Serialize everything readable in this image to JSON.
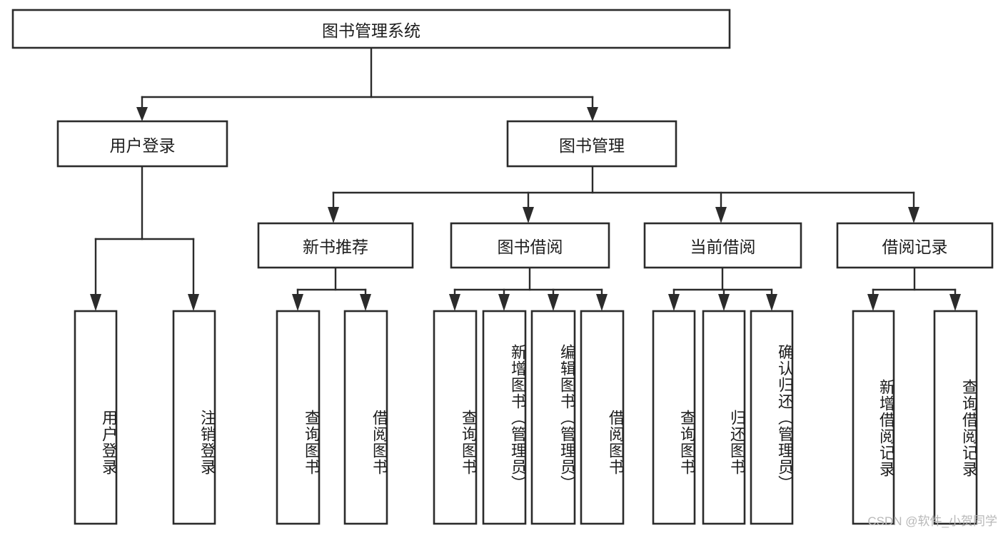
{
  "diagram": {
    "title": "图书管理系统",
    "type": "tree",
    "watermark": "CSDN @软件_小贺同学",
    "colors": {
      "box_stroke": "#2b2b2b",
      "box_fill": "#ffffff",
      "text": "#1d1d1d",
      "connector": "#2b2b2b",
      "watermark": "#b8b8b8",
      "background": "#ffffff"
    },
    "nodes": {
      "root": {
        "label": "图书管理系统"
      },
      "level2": [
        {
          "id": "user-login",
          "label": "用户登录"
        },
        {
          "id": "book-management",
          "label": "图书管理"
        }
      ],
      "level3": [
        {
          "id": "new-book-recommend",
          "label": "新书推荐"
        },
        {
          "id": "book-borrow",
          "label": "图书借阅"
        },
        {
          "id": "current-borrow",
          "label": "当前借阅"
        },
        {
          "id": "borrow-record",
          "label": "借阅记录"
        }
      ],
      "leaves": {
        "user-login": [
          {
            "id": "leaf-user-login",
            "label": "用户登录"
          },
          {
            "id": "leaf-logout-login",
            "label": "注销登录"
          }
        ],
        "new-book-recommend": [
          {
            "id": "leaf-query-book-1",
            "label": "查询图书"
          },
          {
            "id": "leaf-borrow-book-1",
            "label": "借阅图书"
          }
        ],
        "book-borrow": [
          {
            "id": "leaf-query-book-2",
            "label": "查询图书"
          },
          {
            "id": "leaf-add-book-admin",
            "label": "新增图书（管理员）"
          },
          {
            "id": "leaf-edit-book-admin",
            "label": "编辑图书（管理员）"
          },
          {
            "id": "leaf-borrow-book-2",
            "label": "借阅图书"
          }
        ],
        "current-borrow": [
          {
            "id": "leaf-query-book-3",
            "label": "查询图书"
          },
          {
            "id": "leaf-return-book",
            "label": "归还图书"
          },
          {
            "id": "leaf-confirm-return-admin",
            "label": "确认归还（管理员）"
          }
        ],
        "borrow-record": [
          {
            "id": "leaf-add-borrow-record",
            "label": "新增借阅记录"
          },
          {
            "id": "leaf-query-borrow-record",
            "label": "查询借阅记录"
          }
        ]
      }
    }
  }
}
